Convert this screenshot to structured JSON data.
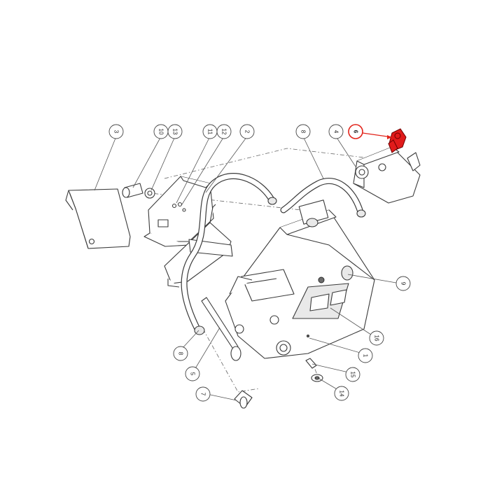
{
  "diagram": {
    "highlighted_part": "6",
    "highlight_color": "#e2231a",
    "callouts": [
      "1",
      "2",
      "3",
      "4",
      "5",
      "6",
      "7",
      "8",
      "8",
      "9",
      "10",
      "11",
      "12",
      "13",
      "14",
      "15",
      "16"
    ]
  }
}
